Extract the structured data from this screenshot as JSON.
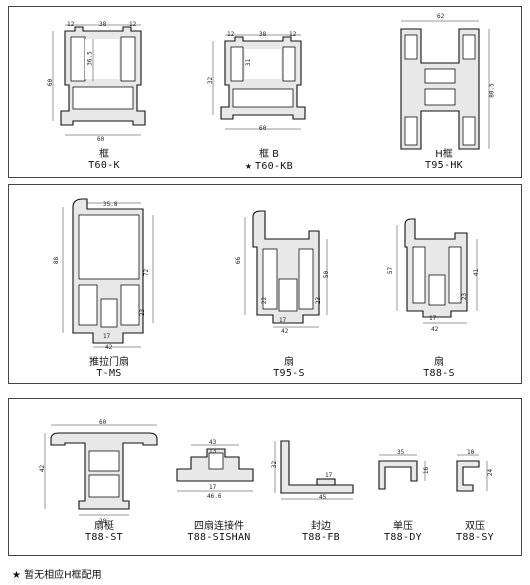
{
  "panels": [
    {
      "items": [
        {
          "name": "框",
          "code": "T60-K",
          "dims": [
            "12",
            "38",
            "12",
            "36.5",
            "60",
            "60"
          ]
        },
        {
          "name": "框 B",
          "code": "T60-KB",
          "star": "★",
          "dims": [
            "12",
            "38",
            "12",
            "31",
            "32",
            "60"
          ]
        },
        {
          "name": "H框",
          "code": "T95-HK",
          "dims": [
            "62",
            "80.5"
          ]
        }
      ]
    },
    {
      "items": [
        {
          "name": "推拉门扇",
          "code": "T-MS",
          "dims": [
            "35.8",
            "88",
            "72",
            "23",
            "17",
            "42"
          ]
        },
        {
          "name": "扇",
          "code": "T95-S",
          "dims": [
            "66",
            "50",
            "22",
            "23",
            "17",
            "42"
          ]
        },
        {
          "name": "扇",
          "code": "T88-S",
          "dims": [
            "57",
            "41",
            "23",
            "17",
            "42"
          ]
        }
      ]
    },
    {
      "items": [
        {
          "name": "扇梃",
          "code": "T88-ST",
          "dims": [
            "60",
            "42",
            "28"
          ]
        },
        {
          "name": "四扇连接件",
          "code": "T88-SISHAN",
          "dims": [
            "43",
            "13",
            "17",
            "46.6"
          ]
        },
        {
          "name": "封边",
          "code": "T88-FB",
          "dims": [
            "32",
            "17",
            "45"
          ]
        },
        {
          "name": "单压",
          "code": "T88-DY",
          "dims": [
            "35",
            "16"
          ]
        },
        {
          "name": "双压",
          "code": "T88-SY",
          "dims": [
            "10",
            "24"
          ]
        }
      ]
    }
  ],
  "footnote": "★  暂无相应H框配用"
}
